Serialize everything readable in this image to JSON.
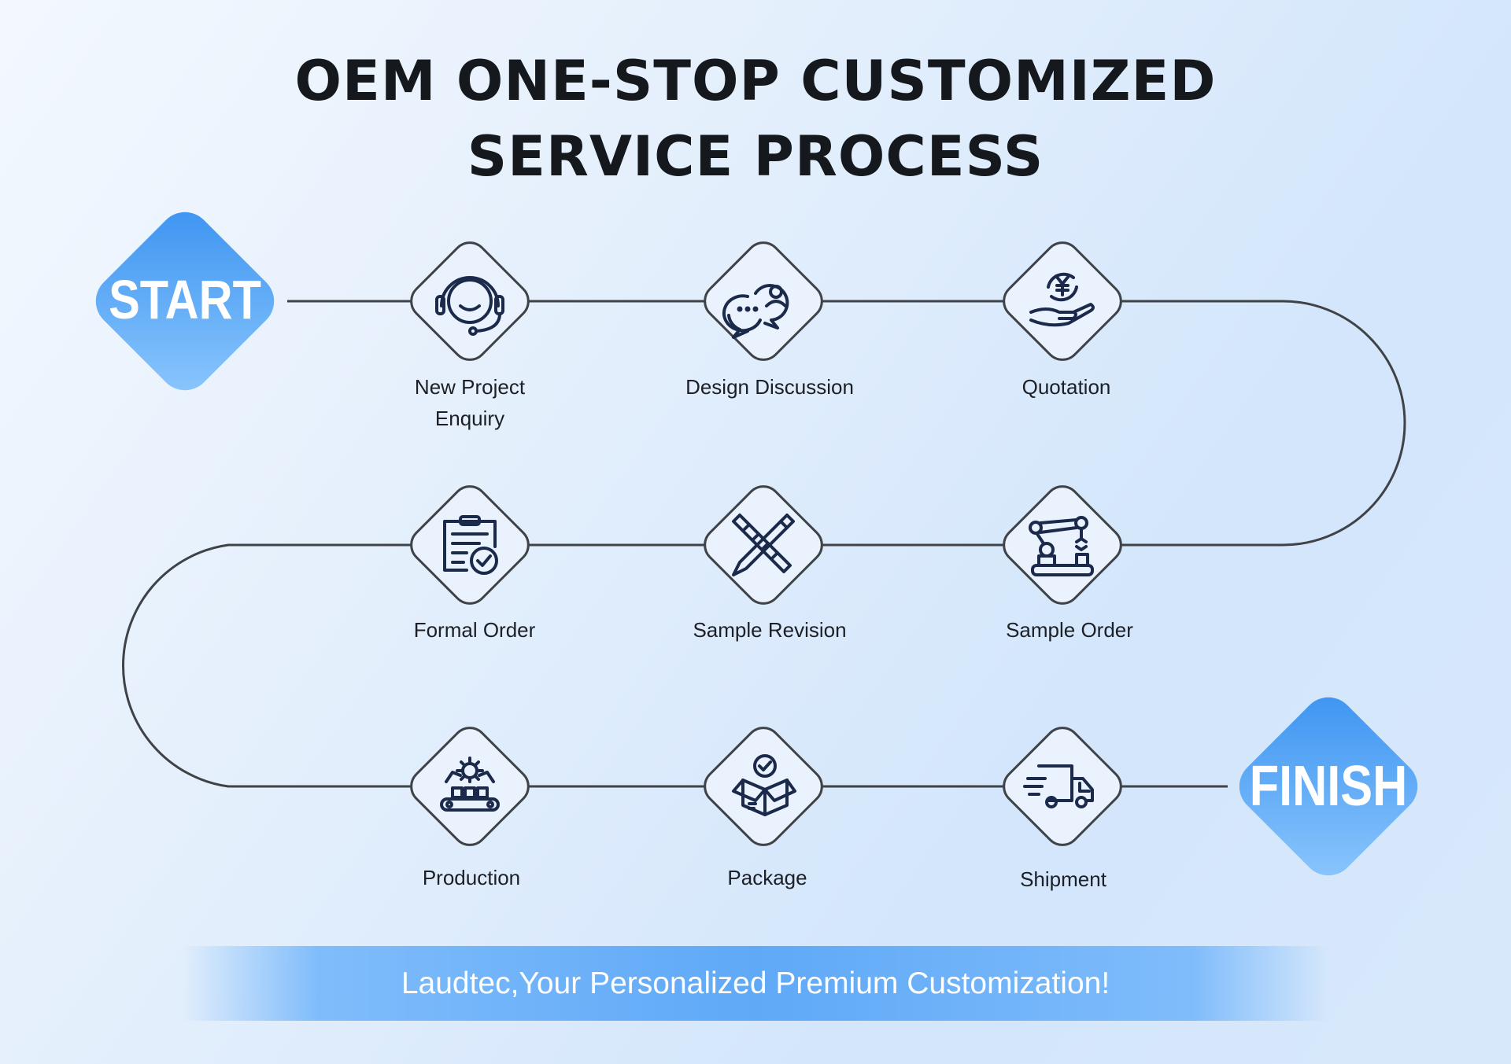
{
  "title": {
    "line1": "OEM ONE-STOP CUSTOMIZED",
    "line2": "SERVICE PROCESS"
  },
  "start_label": "START",
  "finish_label": "FINISH",
  "steps": [
    {
      "label_lines": [
        "New Project",
        "Enquiry"
      ],
      "icon": "headset-icon"
    },
    {
      "label_lines": [
        "Design Discussion"
      ],
      "icon": "chat-bubbles-icon"
    },
    {
      "label_lines": [
        "Quotation"
      ],
      "icon": "yen-hand-icon"
    },
    {
      "label_lines": [
        "Sample Order"
      ],
      "icon": "robot-arm-icon"
    },
    {
      "label_lines": [
        "Sample Revision"
      ],
      "icon": "pencil-ruler-icon"
    },
    {
      "label_lines": [
        "Formal Order"
      ],
      "icon": "clipboard-check-icon"
    },
    {
      "label_lines": [
        "Production"
      ],
      "icon": "conveyor-icon"
    },
    {
      "label_lines": [
        "Package"
      ],
      "icon": "box-check-icon"
    },
    {
      "label_lines": [
        "Shipment"
      ],
      "icon": "delivery-truck-icon"
    }
  ],
  "slogan": "Laudtec,Your Personalized Premium Customization!",
  "colors": {
    "accent_blue": "#5aa6f6",
    "line": "#3f4247",
    "icon_navy": "#1b2a4a"
  }
}
